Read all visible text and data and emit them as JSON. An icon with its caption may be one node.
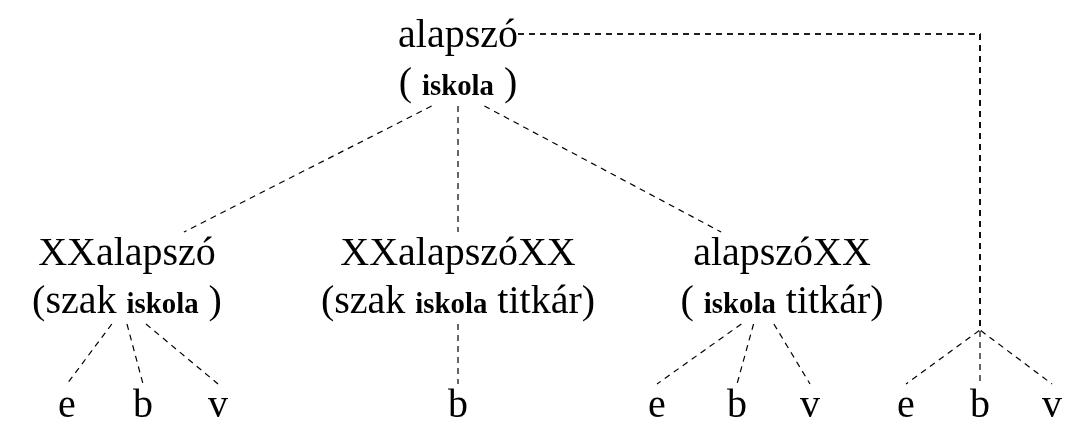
{
  "diagram": {
    "nodes": [
      {
        "text": [
          "alapszó",
          "( **iskola** )"
        ]
      },
      {
        "text": [
          "XXalapszó",
          "(szak **iskola** )"
        ]
      },
      {
        "text": [
          "XXalapszóXX",
          "(szak **iskola** titkár)"
        ]
      },
      {
        "text": [
          "alapszóXX",
          "( **iskola** titkár)"
        ]
      },
      {
        "text": [
          "e"
        ]
      },
      {
        "text": [
          "b"
        ]
      },
      {
        "text": [
          "v"
        ]
      },
      {
        "text": [
          "b"
        ]
      },
      {
        "text": [
          "e"
        ]
      },
      {
        "text": [
          "b"
        ]
      },
      {
        "text": [
          "v"
        ]
      },
      {
        "text": [
          "e"
        ]
      },
      {
        "text": [
          "b"
        ]
      },
      {
        "text": [
          "v"
        ]
      }
    ],
    "edges": [
      {
        "from": 0,
        "to": 1,
        "arrow": "none",
        "style": "dashed"
      },
      {
        "from": 0,
        "to": 2,
        "arrow": "none",
        "style": "dashed"
      },
      {
        "from": 0,
        "to": 3,
        "arrow": "none",
        "style": "dashed"
      },
      {
        "from": 1,
        "to": 4,
        "arrow": "none",
        "style": "dashed"
      },
      {
        "from": 1,
        "to": 5,
        "arrow": "none",
        "style": "dashed"
      },
      {
        "from": 1,
        "to": 6,
        "arrow": "none",
        "style": "dashed"
      },
      {
        "from": 2,
        "to": 7,
        "arrow": "none",
        "style": "dashed"
      },
      {
        "from": 3,
        "to": 8,
        "arrow": "none",
        "style": "dashed"
      },
      {
        "from": 3,
        "to": 9,
        "arrow": "none",
        "style": "dashed"
      },
      {
        "from": 3,
        "to": 10,
        "arrow": "none",
        "style": "dashed"
      },
      {
        "from": 0,
        "to": 11,
        "arrow": "none",
        "style": "dashed"
      },
      {
        "from": 0,
        "to": 12,
        "arrow": "none",
        "style": "dashed"
      },
      {
        "from": 0,
        "to": 13,
        "arrow": "none",
        "style": "dashed"
      }
    ]
  }
}
